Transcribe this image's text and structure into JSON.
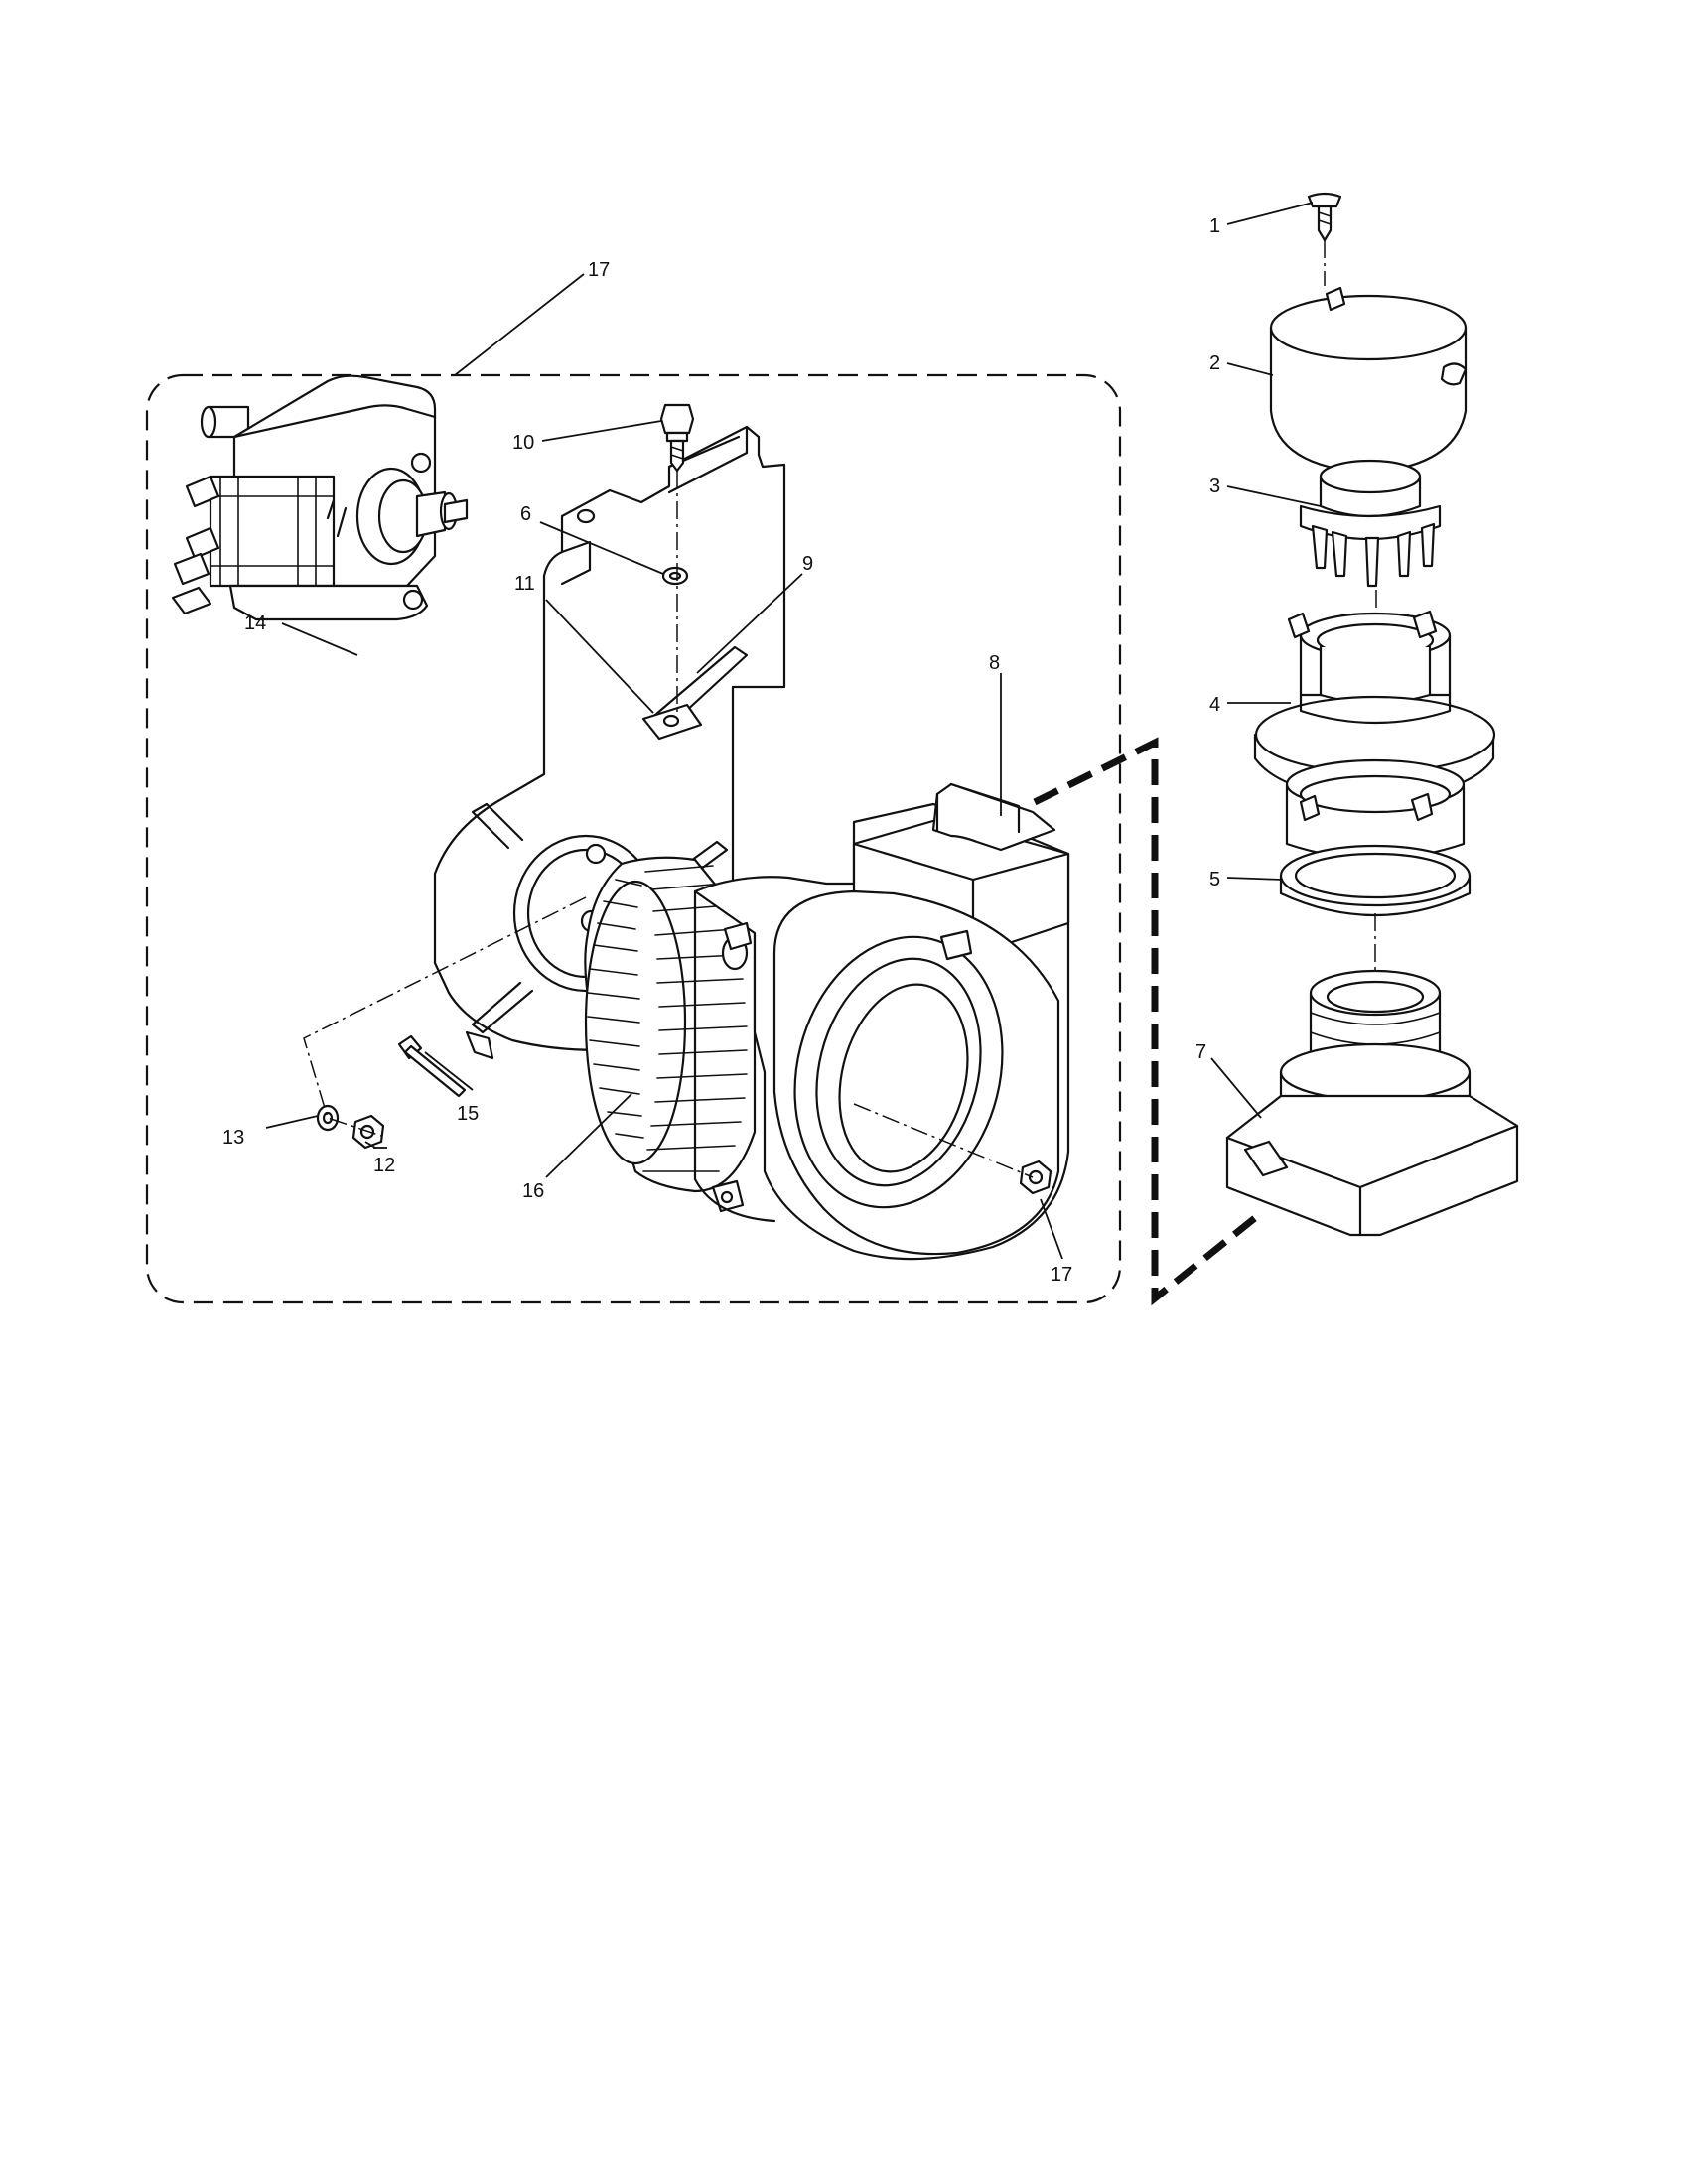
{
  "callouts": {
    "c1": "1",
    "c2": "2",
    "c3": "3",
    "c4": "4",
    "c5": "5",
    "c6": "6",
    "c7": "7",
    "c8": "8",
    "c9": "9",
    "c10": "10",
    "c11": "11",
    "c12": "12",
    "c13": "13",
    "c14": "14",
    "c15": "15",
    "c16": "16",
    "c17_assembly": "17",
    "c17_nut": "17"
  }
}
